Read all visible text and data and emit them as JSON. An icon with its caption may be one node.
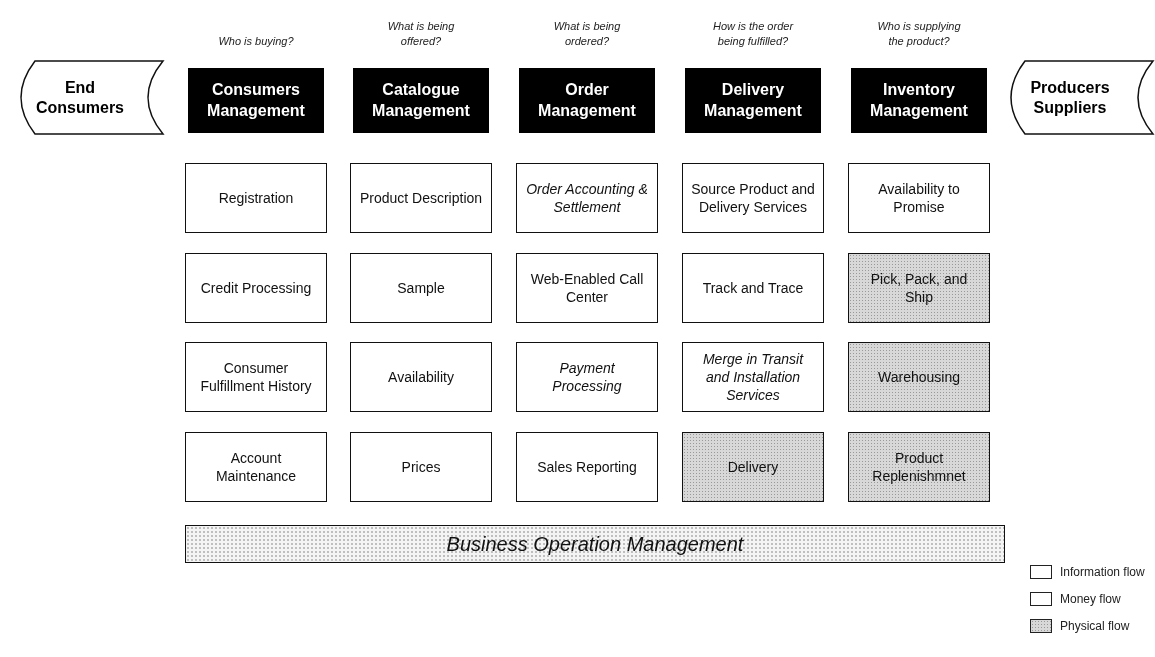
{
  "diagram": {
    "nodes": [
      {
        "text": [
          "End Consumers"
        ]
      },
      {
        "text": [
          "Consumers Management"
        ],
        "beside": [
          "Who is buying?"
        ]
      },
      {
        "text": [
          "Catalogue Management"
        ],
        "beside": [
          "What is being offered?"
        ]
      },
      {
        "text": [
          "Order Management"
        ],
        "beside": [
          "What is being ordered?"
        ]
      },
      {
        "text": [
          "Delivery Management"
        ],
        "beside": [
          "How is the order being fulfilled?"
        ]
      },
      {
        "text": [
          "Inventory Management"
        ],
        "beside": [
          "Who is supplying the product?"
        ]
      },
      {
        "text": [
          "Producers Suppliers"
        ]
      },
      {
        "text": [
          "Registration"
        ]
      },
      {
        "text": [
          "Product Description"
        ]
      },
      {
        "text": [
          "Order Accounting & Settlement"
        ]
      },
      {
        "text": [
          "Source Product and Delivery Services"
        ]
      },
      {
        "text": [
          "Availability to Promise"
        ]
      },
      {
        "text": [
          "Credit Processing"
        ]
      },
      {
        "text": [
          "Sample"
        ]
      },
      {
        "text": [
          "Web-Enabled Call Center"
        ]
      },
      {
        "text": [
          "Track and Trace"
        ]
      },
      {
        "text": [
          "Pick, Pack, and Ship"
        ]
      },
      {
        "text": [
          "Consumer Fulfillment History"
        ]
      },
      {
        "text": [
          "Availability"
        ]
      },
      {
        "text": [
          "Payment Processing"
        ]
      },
      {
        "text": [
          "Merge in Transit and Installation Services"
        ]
      },
      {
        "text": [
          "Warehousing"
        ]
      },
      {
        "text": [
          "Account Maintenance"
        ]
      },
      {
        "text": [
          "Prices"
        ]
      },
      {
        "text": [
          "Sales Reporting"
        ]
      },
      {
        "text": [
          "Delivery"
        ]
      },
      {
        "text": [
          "Product Replenishmnet"
        ]
      },
      {
        "text": [
          "Business Operation Management"
        ]
      }
    ],
    "legend": [
      {
        "text": "Information flow",
        "color": "#ffffff"
      },
      {
        "text": "Money flow",
        "color": "#ffffff"
      },
      {
        "text": "Physical flow",
        "color": "#d8d8d8"
      }
    ]
  }
}
